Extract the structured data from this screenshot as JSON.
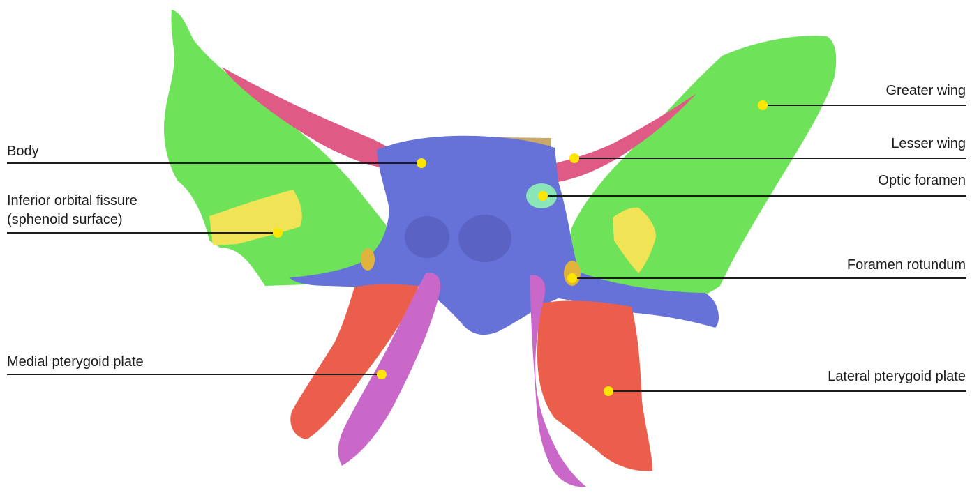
{
  "labels": {
    "greater_wing": "Greater wing",
    "lesser_wing": "Lesser wing",
    "optic_foramen": "Optic foramen",
    "foramen_rotundum": "Foramen rotundum",
    "lateral_pterygoid_plate": "Lateral pterygoid plate",
    "body": "Body",
    "inferior_orbital_fissure_line1": "Inferior orbital fissure",
    "inferior_orbital_fissure_line2": "(sphenoid surface)",
    "medial_pterygoid_plate": "Medial pterygoid plate"
  },
  "colors": {
    "greater_wing": "#6ee35a",
    "lesser_wing": "#e05a86",
    "body": "#6672d8",
    "lateral_pterygoid_plate": "#ec5e4c",
    "medial_pterygoid_plate": "#c968c9",
    "inferior_orbital_fissure": "#f0e456",
    "optic_foramen": "#8ae6b8",
    "foramen_rotundum": "#e0b43c",
    "crest": "#c6a86a",
    "marker": "#ffe600",
    "leader": "#1c1c1c"
  }
}
